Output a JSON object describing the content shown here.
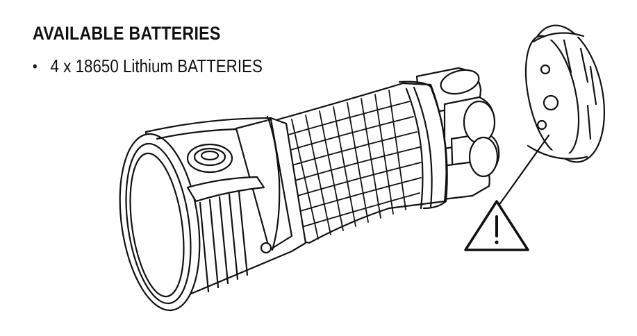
{
  "section": {
    "heading": "AVAILABLE BATTERIES",
    "items": [
      {
        "bullet": "•",
        "text": "4 x 18650 Lithium BATTERIES"
      }
    ]
  },
  "illustration": {
    "subject": "flashlight-exploded-view",
    "parts": [
      "flashlight-body",
      "battery-cells",
      "tail-cap",
      "warning-triangle"
    ],
    "warning_icon": "warning-triangle-icon",
    "line_color": "#111111",
    "background": "#ffffff"
  }
}
